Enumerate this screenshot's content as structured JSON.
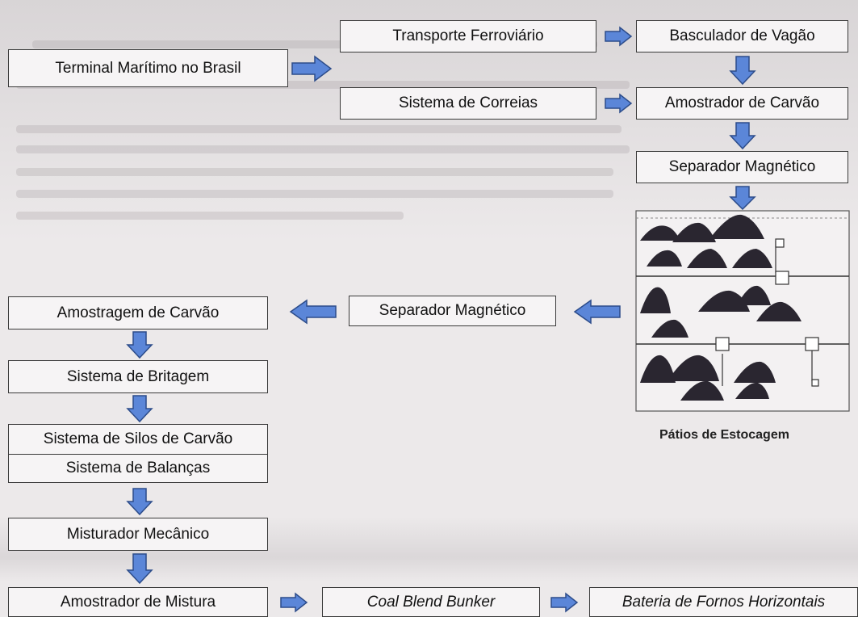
{
  "flow": {
    "terminal": "Terminal Marítimo no Brasil",
    "rail_transport": "Transporte Ferroviário",
    "wagon_tipper": "Basculador de Vagão",
    "conveyor_system": "Sistema de Correias",
    "coal_sampler": "Amostrador de Carvão",
    "magnetic_separator_1": "Separador Magnético",
    "stockyard_caption": "Pátios de Estocagem",
    "magnetic_separator_2": "Separador Magnético",
    "coal_sampling": "Amostragem de Carvão",
    "crushing_system": "Sistema de Britagem",
    "coal_silos": "Sistema de Silos de Carvão",
    "scales_system": "Sistema de Balanças",
    "mechanical_mixer": "Misturador Mecânico",
    "mix_sampler": "Amostrador de Mistura",
    "coal_blend_bunker": "Coal Blend Bunker",
    "coke_oven_battery": "Bateria de Fornos Horizontais"
  },
  "colors": {
    "arrow_fill": "#5b86d8",
    "arrow_stroke": "#2c4c8a",
    "coal": "#2a2630"
  }
}
